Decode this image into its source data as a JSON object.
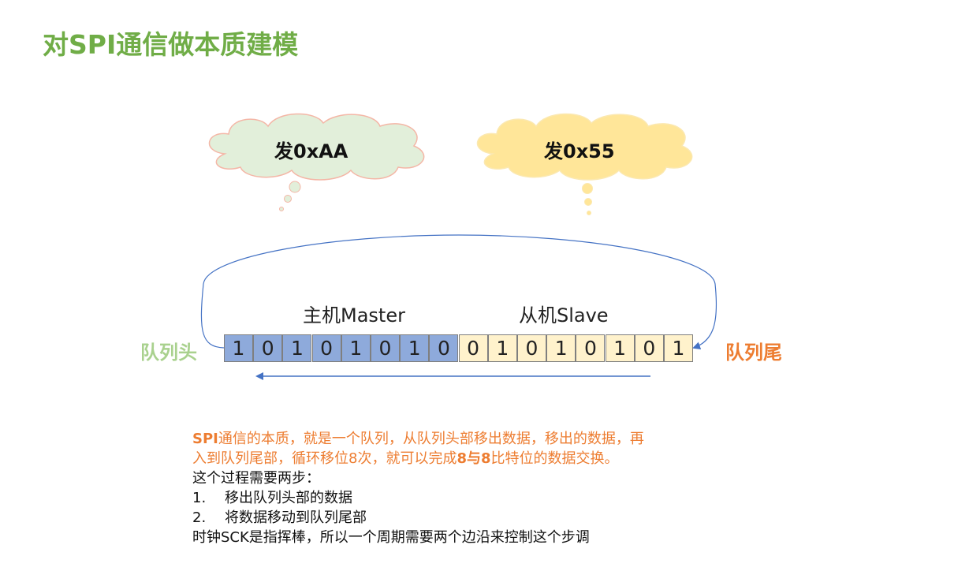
{
  "title": "对SPI通信做本质建模",
  "colors": {
    "title": "#70ad47",
    "queue_head": "#a9d18e",
    "queue_tail": "#ed7d31",
    "master_cell": "#8eaadb",
    "slave_cell": "#fff2cc",
    "cloud_master_fill": "#e2efda",
    "cloud_slave_fill": "#ffe699",
    "arrow": "#4472c4",
    "highlight_text": "#ed7d31"
  },
  "clouds": {
    "master": "发0xAA",
    "slave": "发0x55"
  },
  "roles": {
    "master": "主机Master",
    "slave": "从机Slave"
  },
  "queue": {
    "head_label": "队列头",
    "tail_label": "队列尾",
    "master_bits": [
      "1",
      "0",
      "1",
      "0",
      "1",
      "0",
      "1",
      "0"
    ],
    "slave_bits": [
      "0",
      "1",
      "0",
      "1",
      "0",
      "1",
      "0",
      "1"
    ]
  },
  "description": {
    "line1_prefix": "SPI",
    "line1_rest": "通信的本质，就是一个队列，从队列头部移出数据，移出的数据，再",
    "line2_a": "入到队列尾部，循环移位8次，就可以完成",
    "line2_bold": "8与8",
    "line2_b": "比特位的数据交换。",
    "line3": "这个过程需要两步：",
    "step1_num": "1.",
    "step1_text": "移出队列头部的数据",
    "step2_num": "2.",
    "step2_text": "将数据移动到队列尾部",
    "line6": "时钟SCK是指挥棒，所以一个周期需要两个边沿来控制这个步调"
  }
}
